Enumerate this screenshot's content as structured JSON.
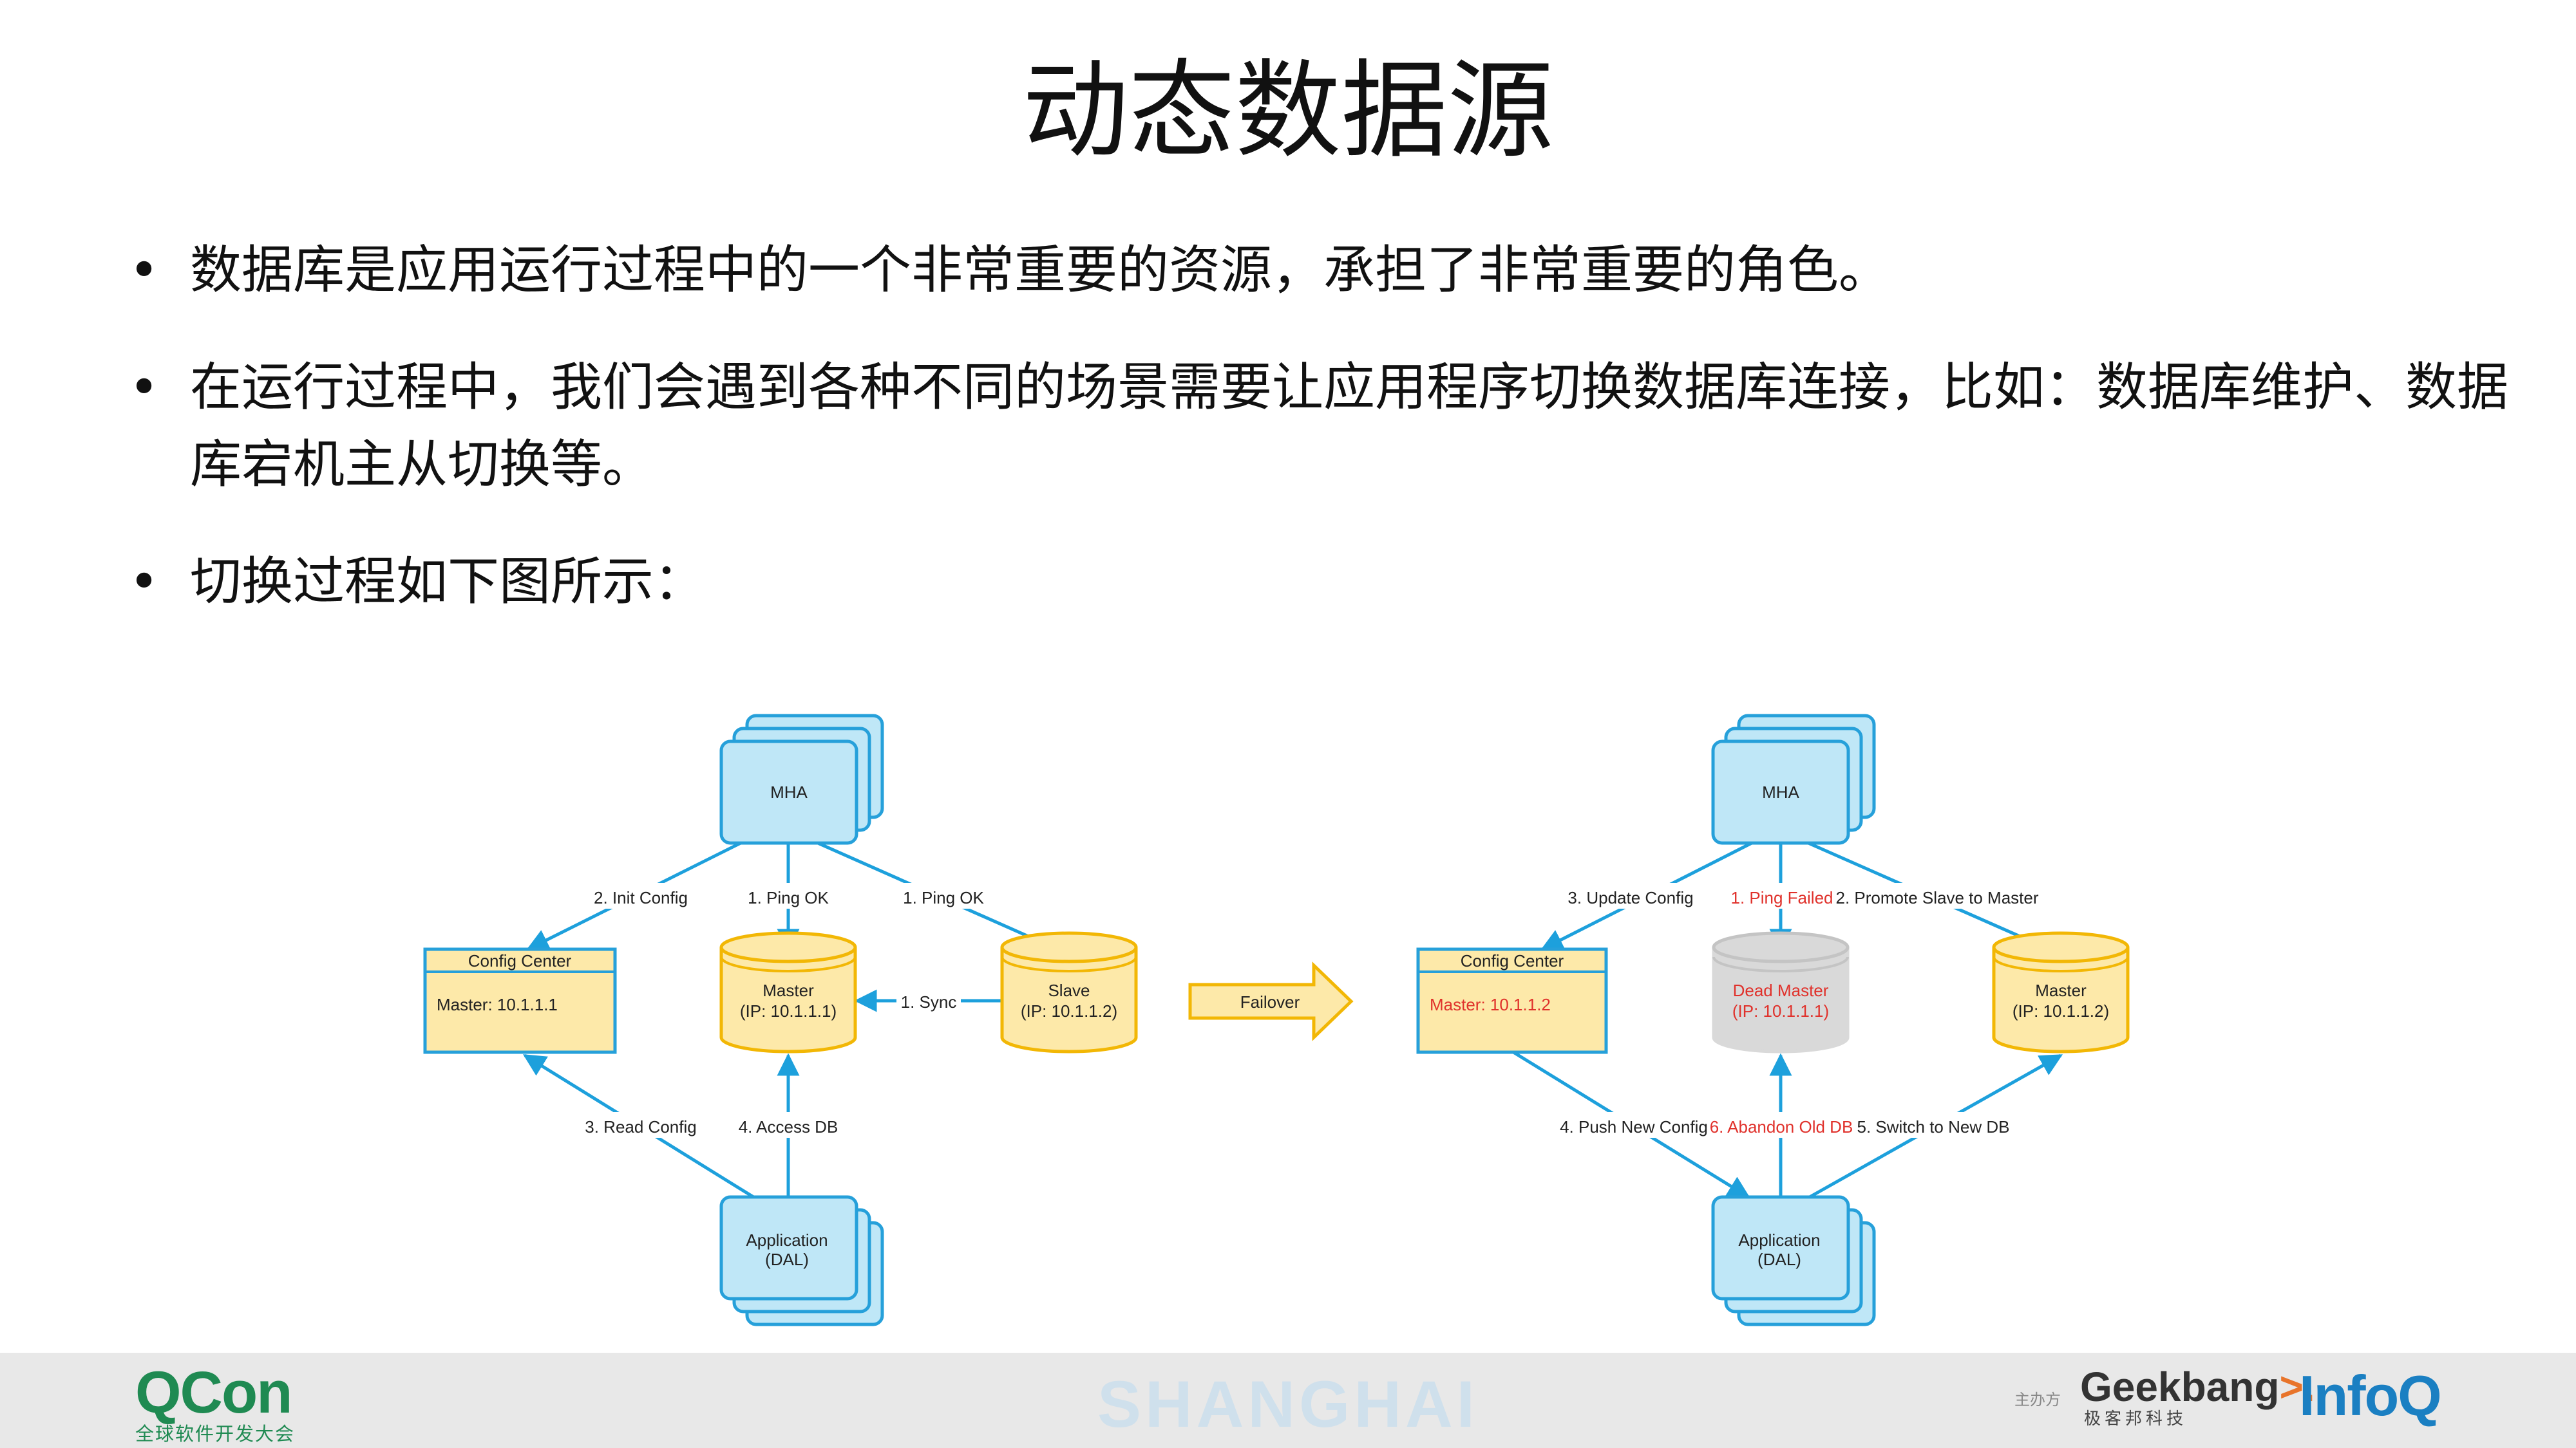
{
  "title": "动态数据源",
  "bullets": [
    "数据库是应用运行过程中的一个非常重要的资源，承担了非常重要的角色。",
    "在运行过程中，我们会遇到各种不同的场景需要让应用程序切换数据库连接，比如：数据库维护、数据库宕机主从切换等。",
    "切换过程如下图所示："
  ],
  "bullet_symbol": "•",
  "diagram": {
    "colors": {
      "blue_fill": "#bfe7f7",
      "blue_stroke": "#26a0da",
      "yellow_fill": "#fde9a9",
      "yellow_stroke": "#f2b705",
      "gray_fill": "#d9d9d9",
      "red_text": "#e0312b",
      "arrow": "#1da0dc"
    },
    "left": {
      "mha": "MHA",
      "config_title": "Config Center",
      "config_body": "Master: 10.1.1.1",
      "master_lines": [
        "Master",
        "(IP: 10.1.1.1)"
      ],
      "slave_lines": [
        "Slave",
        "(IP: 10.1.1.2)"
      ],
      "app_lines": [
        "Application",
        "(DAL)"
      ],
      "edges": [
        "2. Init Config",
        "1. Ping OK",
        "1. Ping OK",
        "1. Sync",
        "3. Read Config",
        "4. Access DB"
      ]
    },
    "failover": "Failover",
    "right": {
      "mha": "MHA",
      "config_title": "Config Center",
      "config_body": "Master: 10.1.1.2",
      "dead_lines": [
        "Dead Master",
        "(IP: 10.1.1.1)"
      ],
      "master_lines": [
        "Master",
        "(IP: 10.1.1.2)"
      ],
      "app_lines": [
        "Application",
        "(DAL)"
      ],
      "edges": [
        "3. Update Config",
        "1. Ping Failed",
        "2. Promote Slave to Master",
        "4. Push New Config",
        "6. Abandon Old DB",
        "5. Switch to New DB"
      ]
    }
  },
  "footer": {
    "qcon": "QCon",
    "qcon_sub": "全球软件开发大会",
    "city": "SHANGHAI",
    "organizer": "主办方",
    "geekbang": "Geekbang",
    "geekbang_mark": ">.",
    "geekbang_sub": "极客邦科技",
    "infoq": "InfoQ"
  }
}
